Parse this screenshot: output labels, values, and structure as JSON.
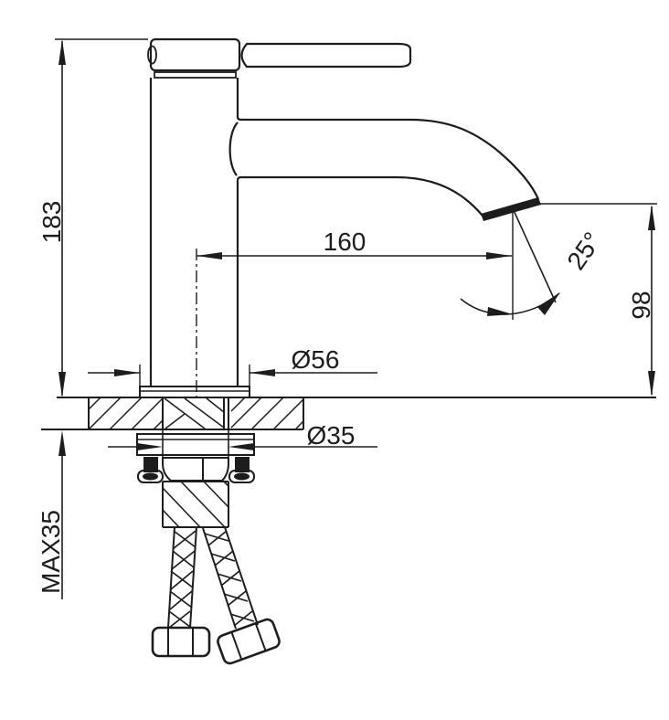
{
  "drawing": {
    "type": "faucet-installation-dimension-drawing",
    "colors": {
      "line": "#1d1d1d",
      "background": "#ffffff"
    },
    "dimensions": {
      "total_height": "183",
      "spout_reach": "160",
      "stream_angle": "25°",
      "spout_height": "98",
      "base_diameter": "Ø56",
      "mount_hole_diameter": "Ø35",
      "max_deck_thickness": "MAX35"
    }
  }
}
